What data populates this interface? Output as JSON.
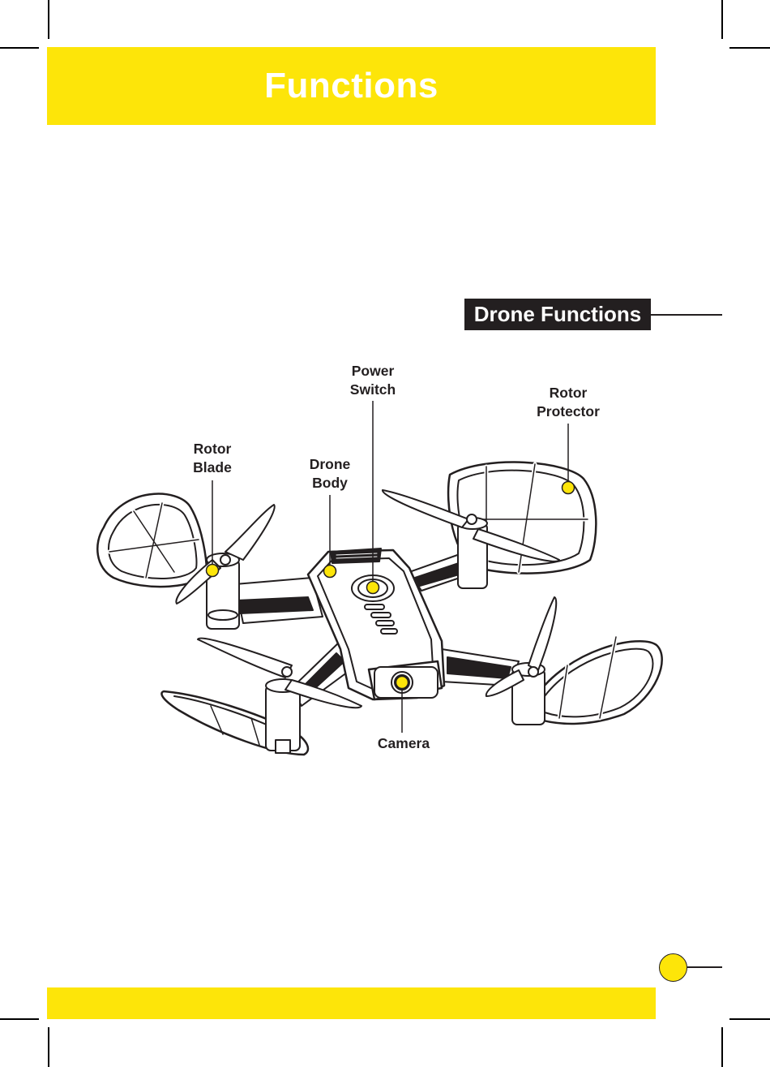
{
  "page": {
    "title": "Functions",
    "section_title": "Drone Functions"
  },
  "callouts": {
    "power_switch": [
      "Power",
      "Switch"
    ],
    "rotor_protector": [
      "Rotor",
      "Protector"
    ],
    "rotor_blade": [
      "Rotor",
      "Blade"
    ],
    "drone_body": [
      "Drone",
      "Body"
    ],
    "camera": [
      "Camera"
    ]
  },
  "colors": {
    "accent": "#fde509",
    "ink": "#231f20",
    "title_text": "#ffffff"
  }
}
